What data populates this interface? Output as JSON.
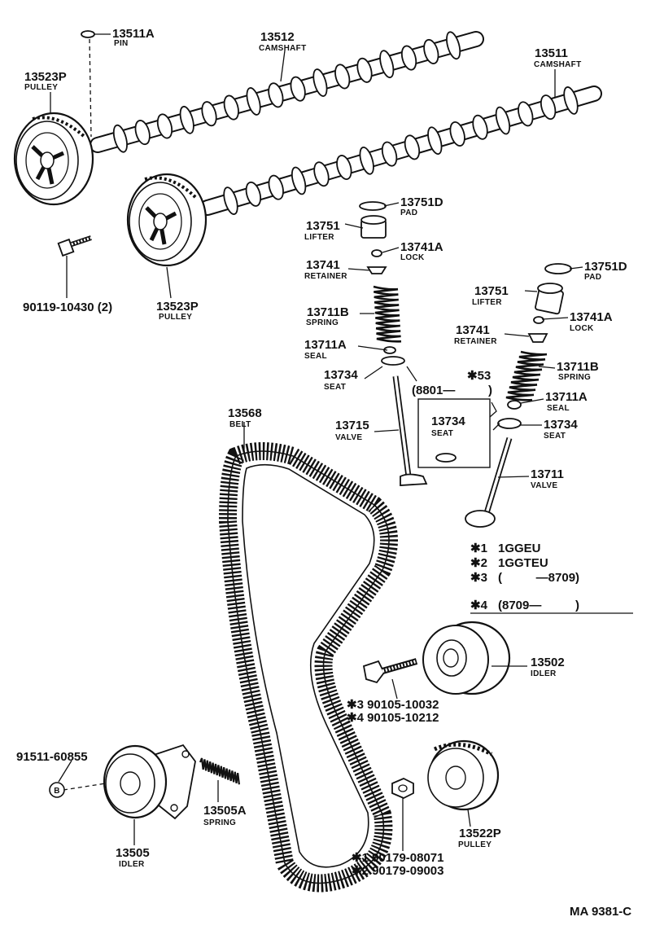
{
  "parts": {
    "p13511A": {
      "num": "13511A",
      "label": "PIN"
    },
    "p13512": {
      "num": "13512",
      "label": "CAMSHAFT"
    },
    "p13511": {
      "num": "13511",
      "label": "CAMSHAFT"
    },
    "p13523P_a": {
      "num": "13523P",
      "label": "PULLEY"
    },
    "p13523P_b": {
      "num": "13523P",
      "label": "PULLEY"
    },
    "p90119": {
      "num": "90119-10430 (2)"
    },
    "p13751D_a": {
      "num": "13751D",
      "label": "PAD"
    },
    "p13751_a": {
      "num": "13751",
      "label": "LIFTER"
    },
    "p13741A_a": {
      "num": "13741A",
      "label": "LOCK"
    },
    "p13741_a": {
      "num": "13741",
      "label": "RETAINER"
    },
    "p13711B_a": {
      "num": "13711B",
      "label": "SPRING"
    },
    "p13711A_a": {
      "num": "13711A",
      "label": "SEAL"
    },
    "p13734_a": {
      "num": "13734",
      "label": "SEAT"
    },
    "p13715": {
      "num": "13715",
      "label": "VALVE"
    },
    "p13734_box": {
      "num": "13734",
      "label": "SEAT"
    },
    "box_range": {
      "text": "(8801—",
      "mark": "✱53",
      "close": ")"
    },
    "p13751D_b": {
      "num": "13751D",
      "label": "PAD"
    },
    "p13751_b": {
      "num": "13751",
      "label": "LIFTER"
    },
    "p13741A_b": {
      "num": "13741A",
      "label": "LOCK"
    },
    "p13741_b": {
      "num": "13741",
      "label": "RETAINER"
    },
    "p13711B_b": {
      "num": "13711B",
      "label": "SPRING"
    },
    "p13711A_b": {
      "num": "13711A",
      "label": "SEAL"
    },
    "p13734_b": {
      "num": "13734",
      "label": "SEAT"
    },
    "p13711": {
      "num": "13711",
      "label": "VALVE"
    },
    "p13568": {
      "num": "13568",
      "label": "BELT"
    },
    "p13502": {
      "num": "13502",
      "label": "IDLER"
    },
    "p90105_a": {
      "num": "✱3 90105-10032"
    },
    "p90105_b": {
      "num": "✱4 90105-10212"
    },
    "p91511": {
      "num": "91511-60855"
    },
    "p13505A": {
      "num": "13505A",
      "label": "SPRING"
    },
    "p13505": {
      "num": "13505",
      "label": "IDLER"
    },
    "p13522P": {
      "num": "13522P",
      "label": "PULLEY"
    },
    "p90179_a": {
      "num": "✱1 90179-08071"
    },
    "p90179_b": {
      "num": "✱2 90179-09003"
    }
  },
  "legend": {
    "l1": {
      "mark": "✱1",
      "text": "1GGEU"
    },
    "l2": {
      "mark": "✱2",
      "text": "1GGTEU"
    },
    "l3": {
      "mark": "✱3",
      "text": "(          —8709)"
    },
    "l4": {
      "mark": "✱4",
      "text": "(8709—          )"
    }
  },
  "bolt_letter": "B",
  "diagram_code": "MA 9381-C"
}
